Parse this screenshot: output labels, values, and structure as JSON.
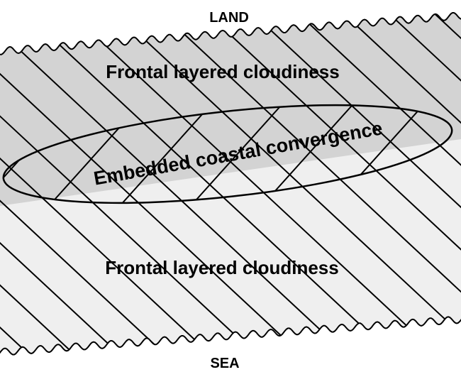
{
  "labels": {
    "land": "LAND",
    "sea": "SEA",
    "frontal_upper": "Frontal layered cloudiness",
    "frontal_lower": "Frontal layered cloudiness",
    "convergence": "Embedded coastal convergence"
  },
  "colors": {
    "land_shade": "#d3d3d3",
    "sea_shade": "#efefef",
    "line": "#000000",
    "background": "#ffffff"
  }
}
